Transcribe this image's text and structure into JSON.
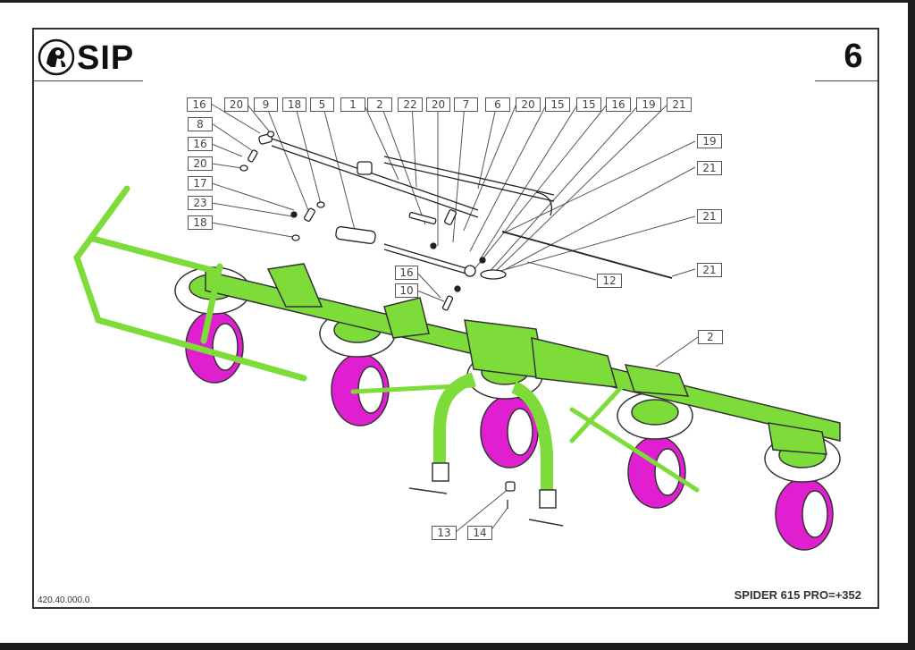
{
  "header": {
    "brand": "SIP",
    "page_number": "6"
  },
  "footer": {
    "document_code": "420.40.000.0",
    "model": "SPIDER 615 PRO=+352"
  },
  "colors": {
    "frame_green": "#7ddc3a",
    "wheel_magenta": "#e020d0",
    "line": "#444444"
  },
  "callouts": {
    "top_row": [
      "16",
      "20",
      "9",
      "18",
      "5",
      "1",
      "2",
      "22",
      "20",
      "7",
      "6",
      "20",
      "15",
      "15",
      "16",
      "19",
      "21"
    ],
    "left_column": [
      "8",
      "16",
      "20",
      "17",
      "23",
      "18"
    ],
    "right_column": [
      "19",
      "21",
      "21",
      "21"
    ],
    "mid": [
      "16",
      "10",
      "12",
      "2"
    ],
    "bottom": [
      "13",
      "14"
    ]
  }
}
